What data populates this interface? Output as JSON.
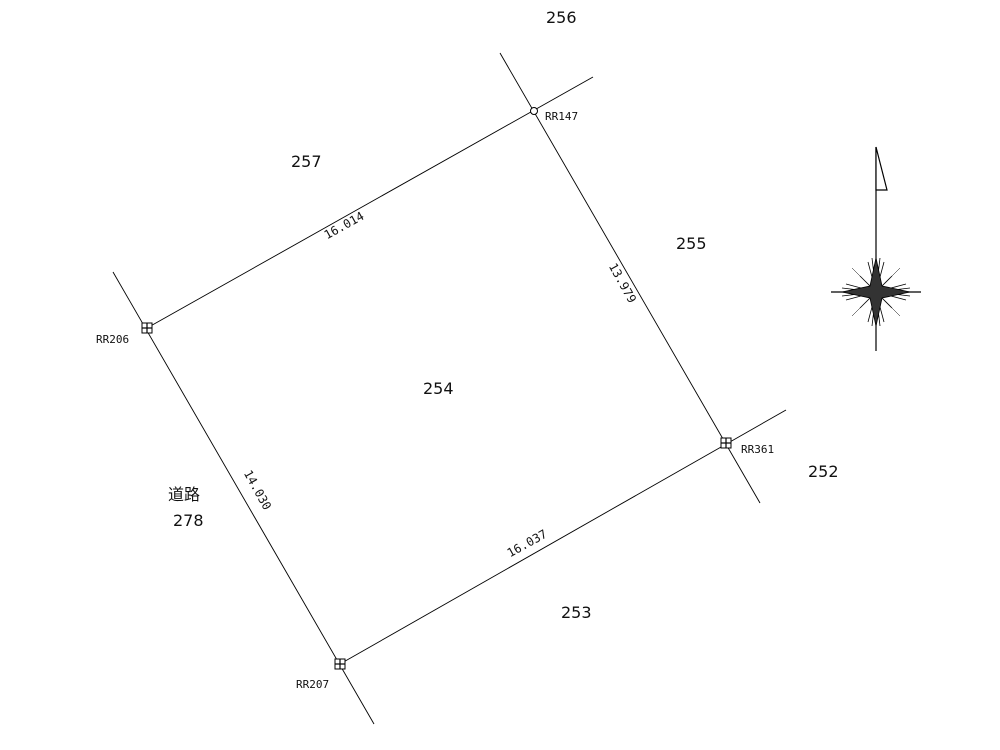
{
  "parcels": {
    "p256": "256",
    "p257": "257",
    "p255": "255",
    "p254": "254",
    "p252": "252",
    "p253": "253",
    "road_name": "道路",
    "road_number": "278"
  },
  "points": {
    "rr147": "RR147",
    "rr206": "RR206",
    "rr361": "RR361",
    "rr207": "RR207"
  },
  "dimensions": {
    "top": "16.014",
    "right": "13.979",
    "left": "14.030",
    "bottom": "16.037"
  },
  "compass": {
    "icon": "north-arrow-icon"
  }
}
